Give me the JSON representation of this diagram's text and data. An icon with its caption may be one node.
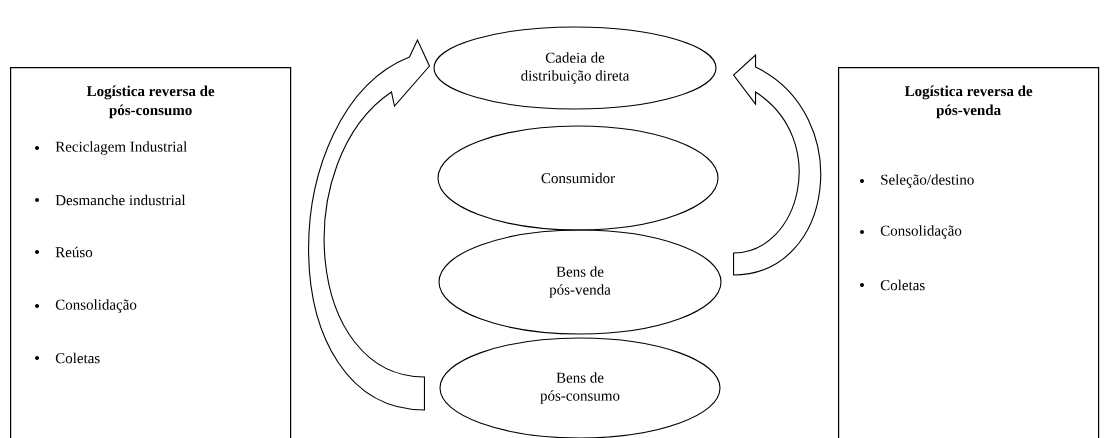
{
  "diagram": {
    "nodes": [
      {
        "text": [
          "Logística reversa de pós-consumo",
          "Reciclagem Industrial",
          "Desmanche industrial",
          "Reúso",
          "Consolidação",
          "Coletas"
        ]
      },
      {
        "text": [
          "Logística reversa de pós-venda",
          "Seleção/destino",
          "Consolidação",
          "Coletas"
        ]
      },
      {
        "text": [
          "Cadeia de distribuição direta"
        ]
      },
      {
        "text": [
          "Consumidor"
        ]
      },
      {
        "text": [
          "Bens de pós-venda"
        ]
      },
      {
        "text": [
          "Bens de pós-consumo"
        ]
      }
    ],
    "edges": [
      {
        "from": 5,
        "to": 2,
        "arrow": "to"
      },
      {
        "from": 4,
        "to": 2,
        "arrow": "to"
      }
    ]
  }
}
